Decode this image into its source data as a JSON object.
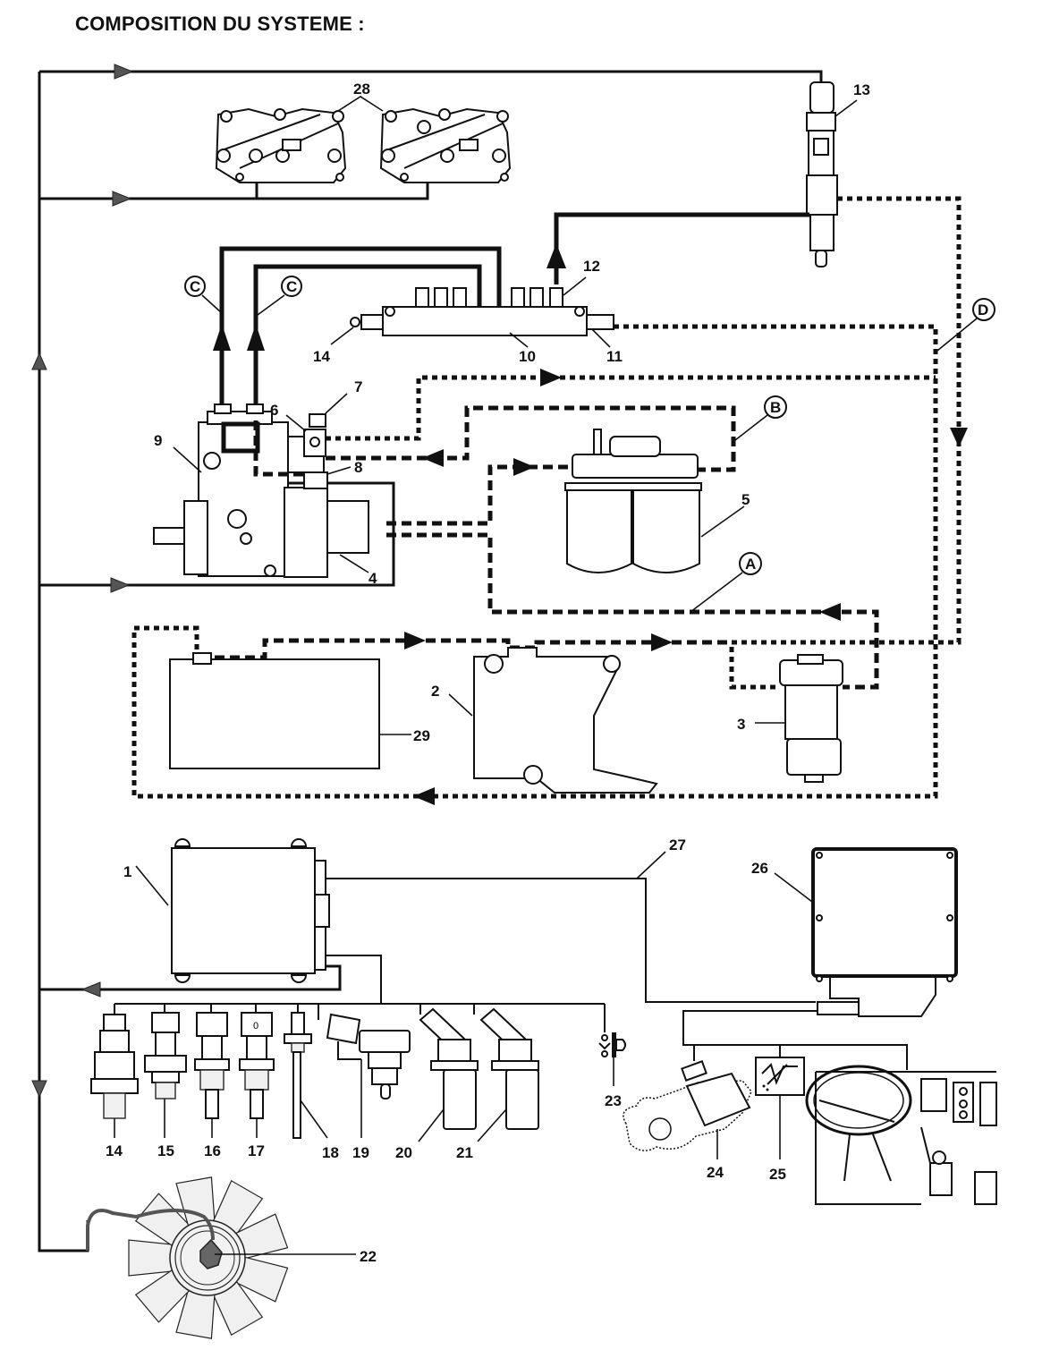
{
  "title": "COMPOSITION DU SYSTEME :",
  "colors": {
    "line": "#111111",
    "flow_arrow": "#555555",
    "fan_blade": "#f0f0f0",
    "fan_hub": "#666666",
    "background": "#ffffff"
  },
  "line_styles": {
    "solid": "high-pressure / electrical",
    "dashed": "fuel feed",
    "dotted": "fuel return"
  },
  "component_labels": {
    "n1": "1",
    "n2": "2",
    "n3": "3",
    "n4": "4",
    "n5": "5",
    "n6": "6",
    "n7": "7",
    "n8": "8",
    "n9": "9",
    "n10": "10",
    "n11": "11",
    "n12": "12",
    "n13": "13",
    "n14_rail": "14",
    "n14_sensor": "14",
    "n15": "15",
    "n16": "16",
    "n17": "17",
    "n18": "18",
    "n19": "19",
    "n20": "20",
    "n21": "21",
    "n22": "22",
    "n23": "23",
    "n24": "24",
    "n25": "25",
    "n26": "26",
    "n27": "27",
    "n28": "28",
    "n29": "29"
  },
  "circle_labels": {
    "a": "A",
    "b": "B",
    "c1": "C",
    "c2": "C",
    "d": "D"
  },
  "components": [
    {
      "id": "1",
      "icon": "ecu-box"
    },
    {
      "id": "2",
      "icon": "bracket-plate"
    },
    {
      "id": "3",
      "icon": "prefilter-pump"
    },
    {
      "id": "4",
      "icon": "feed-pump"
    },
    {
      "id": "5",
      "icon": "dual-fuel-filter"
    },
    {
      "id": "6",
      "icon": "valve"
    },
    {
      "id": "7",
      "icon": "fitting"
    },
    {
      "id": "8",
      "icon": "fitting"
    },
    {
      "id": "9",
      "icon": "high-pressure-pump"
    },
    {
      "id": "10",
      "icon": "common-rail"
    },
    {
      "id": "11",
      "icon": "pressure-limiter"
    },
    {
      "id": "12",
      "icon": "flow-limiter"
    },
    {
      "id": "13",
      "icon": "injector"
    },
    {
      "id": "14",
      "icon": "pressure-sensor"
    },
    {
      "id": "15",
      "icon": "sensor"
    },
    {
      "id": "16",
      "icon": "sensor"
    },
    {
      "id": "17",
      "icon": "sensor"
    },
    {
      "id": "18",
      "icon": "probe-sensor"
    },
    {
      "id": "19",
      "icon": "map-sensor"
    },
    {
      "id": "20",
      "icon": "speed-sensor"
    },
    {
      "id": "21",
      "icon": "speed-sensor"
    },
    {
      "id": "22",
      "icon": "fan-clutch"
    },
    {
      "id": "23",
      "icon": "switch"
    },
    {
      "id": "24",
      "icon": "pedal-sensor"
    },
    {
      "id": "25",
      "icon": "warning-lamp"
    },
    {
      "id": "26",
      "icon": "vehicle-ecu"
    },
    {
      "id": "27",
      "icon": "data-link"
    },
    {
      "id": "28",
      "icon": "rocker-assemblies"
    },
    {
      "id": "29",
      "icon": "fuel-tank"
    }
  ]
}
